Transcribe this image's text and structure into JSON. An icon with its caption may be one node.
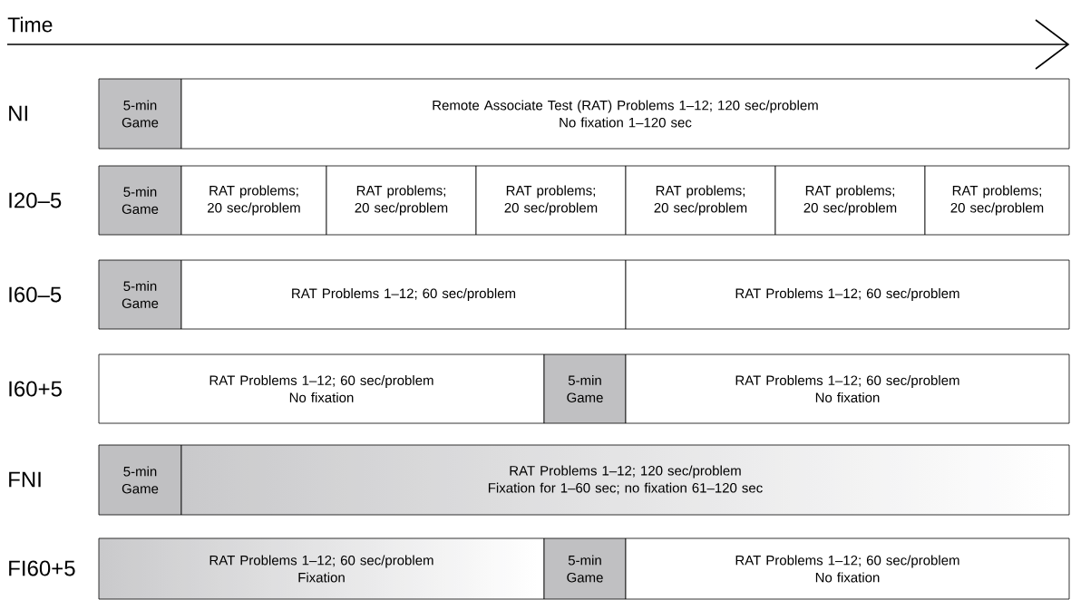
{
  "diagram": {
    "nodes": [
      {
        "text": [
          "5-min Game"
        ]
      },
      {
        "text": [
          "Remote Associate Test (RAT) Problems 1–12; 120 sec/problem",
          "No fixation 1–120 sec"
        ]
      },
      {
        "text": [
          "5-min Game"
        ]
      },
      {
        "text": [
          "RAT problems; 20 sec/problem"
        ]
      },
      {
        "text": [
          "RAT problems; 20 sec/problem"
        ]
      },
      {
        "text": [
          "RAT problems; 20 sec/problem"
        ]
      },
      {
        "text": [
          "RAT problems; 20 sec/problem"
        ]
      },
      {
        "text": [
          "RAT problems; 20 sec/problem"
        ]
      },
      {
        "text": [
          "RAT problems; 20 sec/problem"
        ]
      },
      {
        "text": [
          "5-min Game"
        ]
      },
      {
        "text": [
          "RAT Problems 1–12; 60 sec/problem"
        ]
      },
      {
        "text": [
          "RAT Problems 1–12; 60 sec/problem"
        ]
      },
      {
        "text": [
          "RAT Problems 1–12; 60 sec/problem",
          "No fixation"
        ]
      },
      {
        "text": [
          "5-min Game"
        ]
      },
      {
        "text": [
          "RAT Problems 1–12; 60 sec/problem",
          "No fixation"
        ]
      },
      {
        "text": [
          "5-min Game"
        ]
      },
      {
        "text": [
          "RAT Problems 1–12; 120 sec/problem",
          "Fixation for 1–60 sec; no fixation 61–120 sec"
        ]
      },
      {
        "text": [
          "RAT Problems 1–12; 60 sec/problem",
          "Fixation"
        ]
      },
      {
        "text": [
          "5-min Game"
        ]
      },
      {
        "text": [
          "RAT Problems 1–12; 60 sec/problem",
          "No fixation"
        ]
      }
    ],
    "edges": [],
    "labels": [
      "Time",
      "NI",
      "I20–5",
      "I60–5",
      "I60+5",
      "FNI",
      "FI60+5"
    ]
  }
}
